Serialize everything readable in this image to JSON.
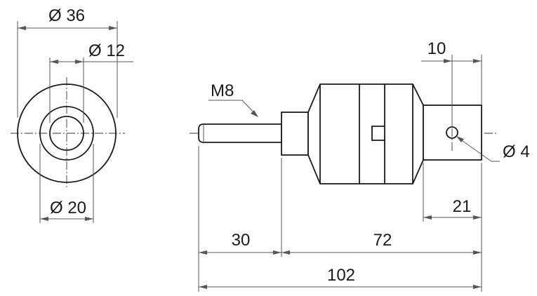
{
  "front_view": {
    "outer_diameter": "Ø 36",
    "bore_diameter": "Ø 12",
    "hub_diameter": "Ø 20"
  },
  "side_view": {
    "thread": "M8",
    "end_offset": "10",
    "cross_hole": "Ø 4",
    "end_length": "21",
    "stud_length": "30",
    "body_length": "72",
    "overall_length": "102"
  }
}
